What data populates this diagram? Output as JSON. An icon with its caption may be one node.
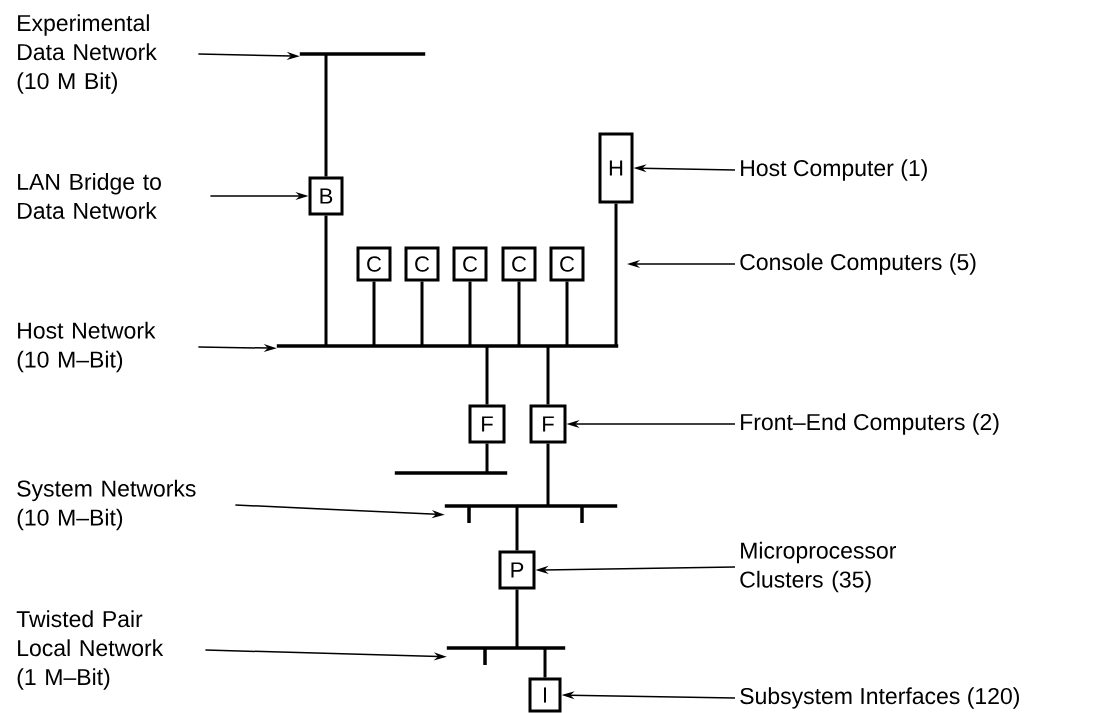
{
  "diagram": {
    "nodes": [
      {
        "text": [
          "Experimental Data Network (10 M Bit)"
        ]
      },
      {
        "text": [
          "LAN Bridge to Data Network"
        ]
      },
      {
        "text": [
          "Host Network (10 M–Bit)"
        ]
      },
      {
        "text": [
          "System Networks (10 M–Bit)"
        ]
      },
      {
        "text": [
          "Twisted Pair Local Network (1 M–Bit)"
        ]
      },
      {
        "text": [
          "Host Computer (1)"
        ]
      },
      {
        "text": [
          "Console Computers (5)"
        ]
      },
      {
        "text": [
          "Front–End Computers (2)"
        ]
      },
      {
        "text": [
          "Microprocessor Clusters (35)"
        ]
      },
      {
        "text": [
          "Subsystem Interfaces (120)"
        ]
      },
      {
        "text": [
          "B"
        ]
      },
      {
        "text": [
          "H"
        ]
      },
      {
        "text": [
          "C"
        ]
      },
      {
        "text": [
          "C"
        ]
      },
      {
        "text": [
          "C"
        ]
      },
      {
        "text": [
          "C"
        ]
      },
      {
        "text": [
          "C"
        ]
      },
      {
        "text": [
          "F"
        ]
      },
      {
        "text": [
          "F"
        ]
      },
      {
        "text": [
          "P"
        ]
      },
      {
        "text": [
          "I"
        ]
      },
      {
        "text": [],
        "shape": "bar"
      },
      {
        "text": [],
        "shape": "bar"
      },
      {
        "text": [],
        "shape": "bar"
      },
      {
        "text": [],
        "shape": "bar"
      },
      {
        "text": [],
        "shape": "bar"
      }
    ],
    "edges": [
      {
        "from": 0,
        "to": 21,
        "arrow": "to"
      },
      {
        "from": 1,
        "to": 10,
        "arrow": "to"
      },
      {
        "from": 2,
        "to": 22,
        "arrow": "to"
      },
      {
        "from": 3,
        "to": 24,
        "arrow": "to"
      },
      {
        "from": 4,
        "to": 25,
        "arrow": "to"
      },
      {
        "from": 5,
        "to": 11,
        "arrow": "to"
      },
      {
        "from": 6,
        "to": null,
        "arrow": "to"
      },
      {
        "from": 7,
        "to": 18,
        "arrow": "to"
      },
      {
        "from": 8,
        "to": 19,
        "arrow": "to"
      },
      {
        "from": 9,
        "to": 20,
        "arrow": "to"
      },
      {
        "from": 21,
        "to": 10,
        "arrow": "none"
      },
      {
        "from": 10,
        "to": 22,
        "arrow": "none"
      },
      {
        "from": 12,
        "to": 22,
        "arrow": "none"
      },
      {
        "from": 13,
        "to": 22,
        "arrow": "none"
      },
      {
        "from": 14,
        "to": 22,
        "arrow": "none"
      },
      {
        "from": 15,
        "to": 22,
        "arrow": "none"
      },
      {
        "from": 16,
        "to": 22,
        "arrow": "none"
      },
      {
        "from": 11,
        "to": 22,
        "arrow": "none"
      },
      {
        "from": 22,
        "to": 17,
        "arrow": "none"
      },
      {
        "from": 22,
        "to": 18,
        "arrow": "none"
      },
      {
        "from": 17,
        "to": 23,
        "arrow": "none"
      },
      {
        "from": 18,
        "to": 24,
        "arrow": "none"
      },
      {
        "from": 24,
        "to": 19,
        "arrow": "none"
      },
      {
        "from": 19,
        "to": 25,
        "arrow": "none"
      },
      {
        "from": 25,
        "to": 20,
        "arrow": "none"
      }
    ]
  }
}
